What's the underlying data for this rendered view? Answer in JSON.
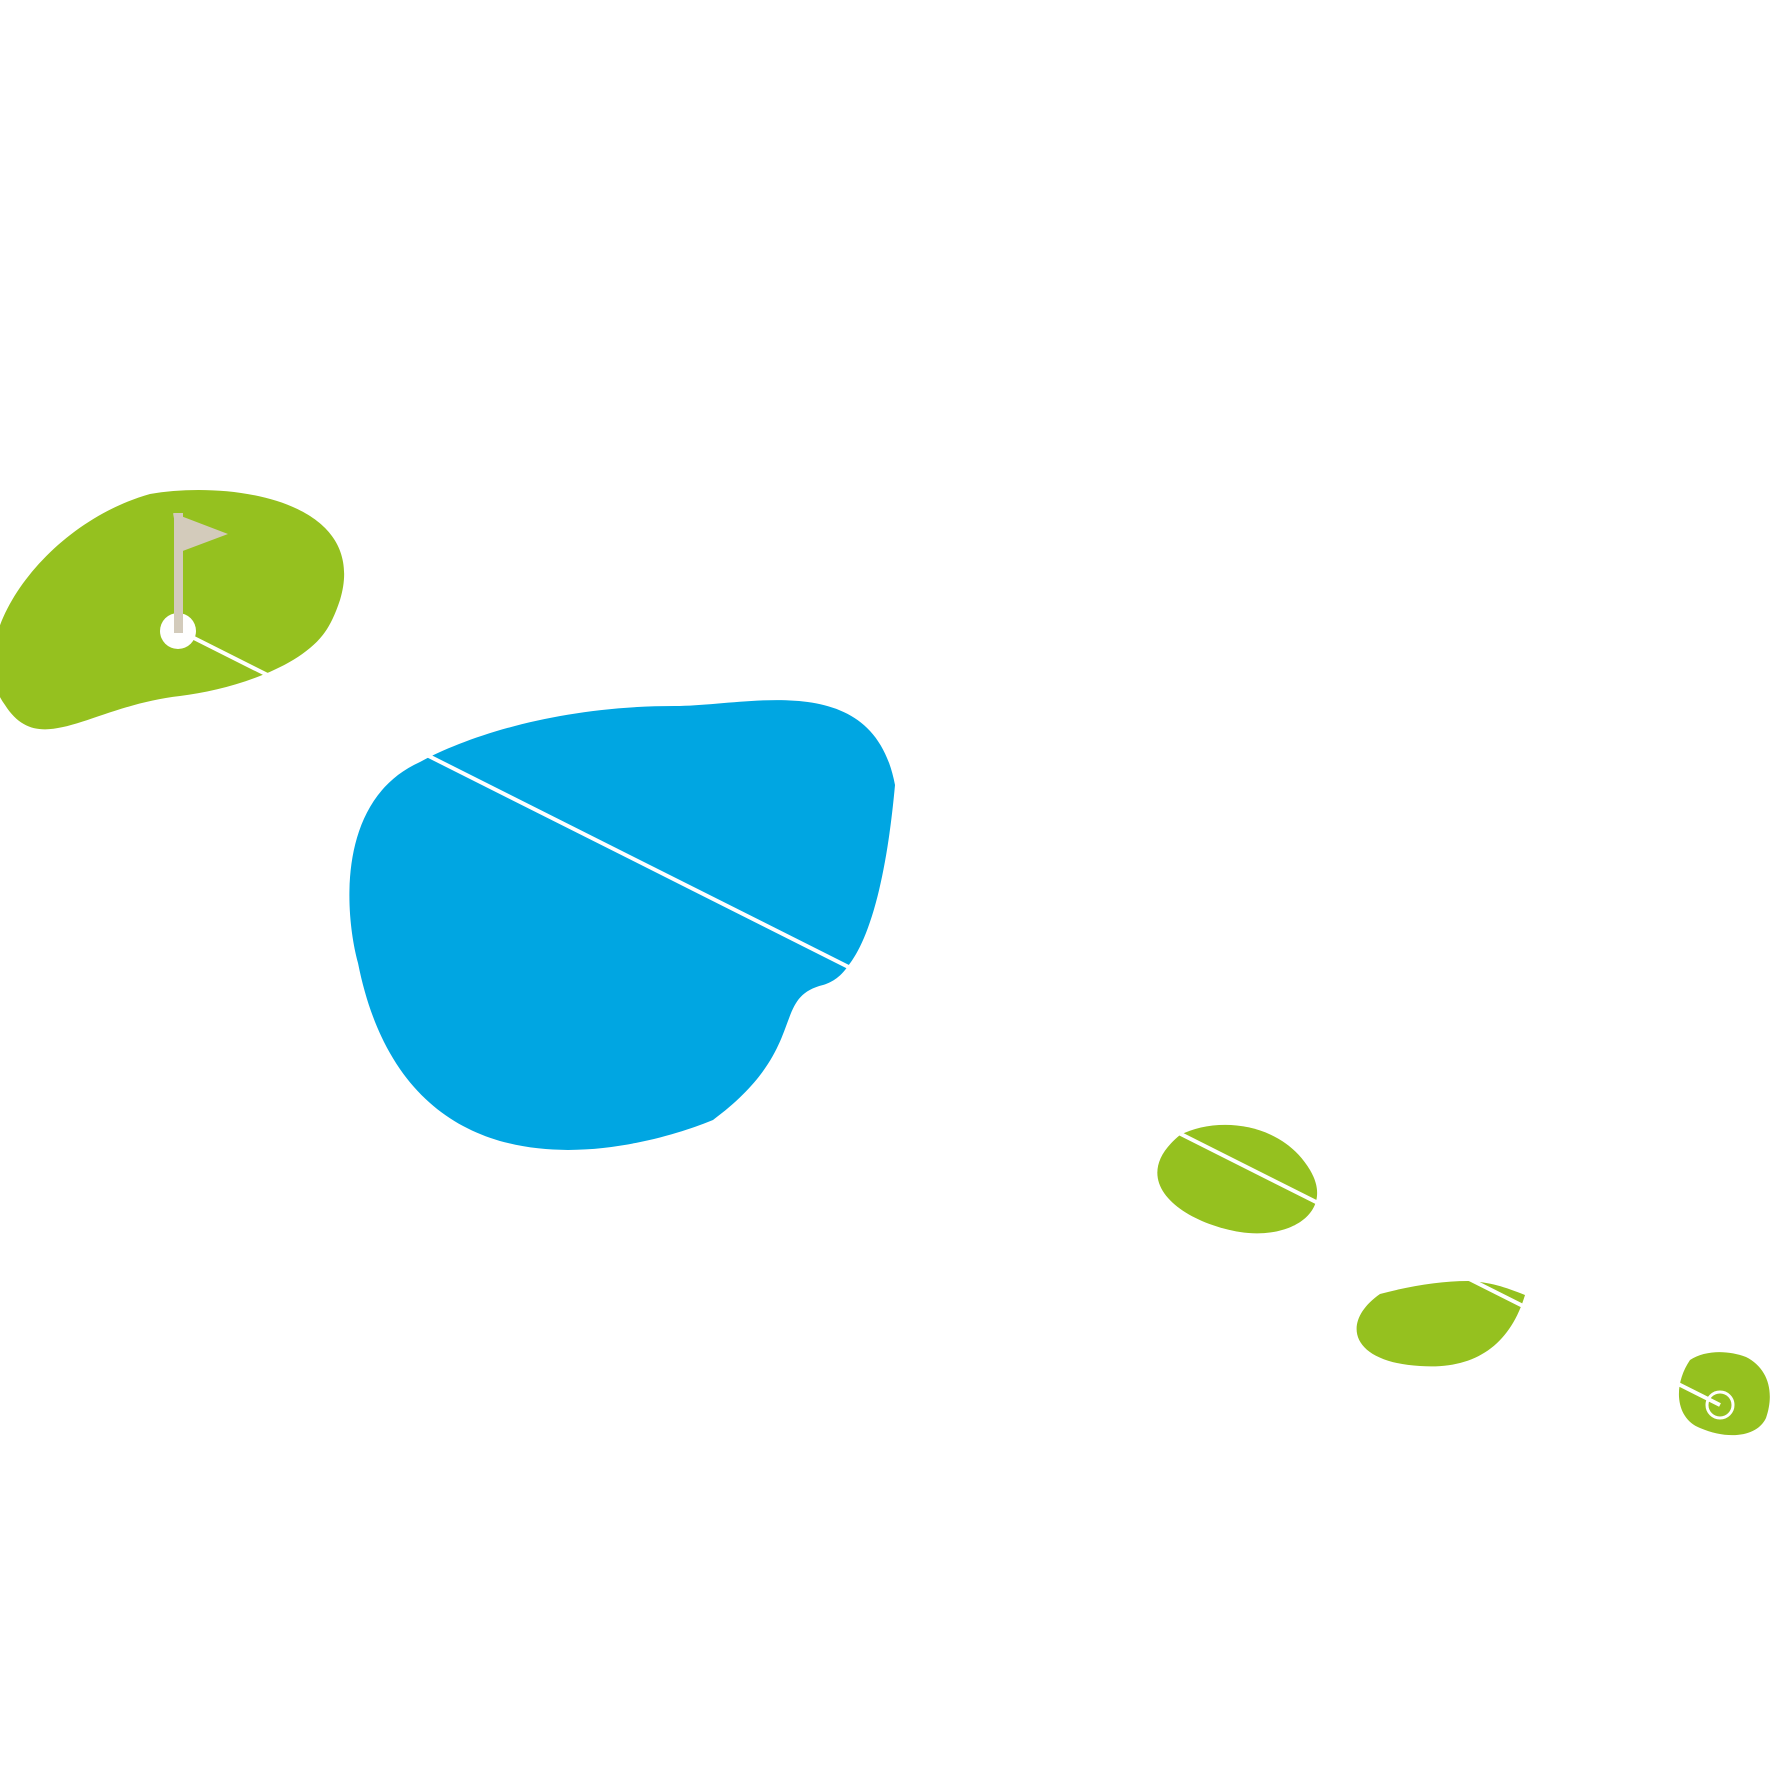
{
  "colors": {
    "green": "#95c11f",
    "water": "#00a6e2",
    "flag": "#d3cbbb",
    "line": "#ffffff",
    "background": "#ffffff"
  },
  "elements": {
    "putting_green": "green",
    "water_hazard": "water",
    "fairway_segments": 2,
    "tee_box": "green",
    "flag_icon": "flag-icon",
    "tee_marker_icon": "tee-marker-icon"
  }
}
